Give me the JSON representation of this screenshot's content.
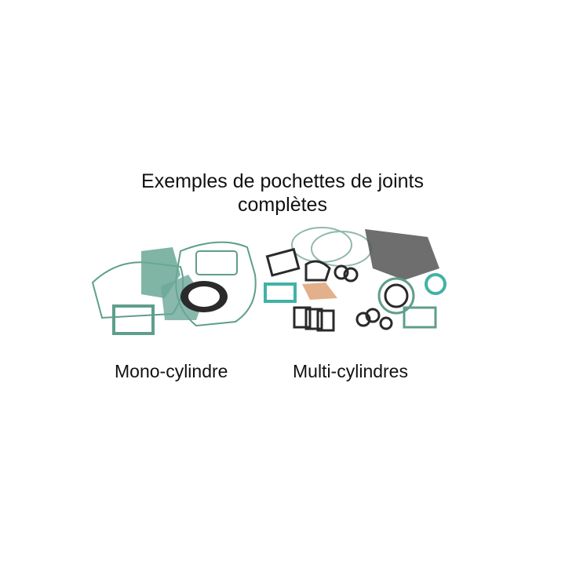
{
  "title": {
    "line1": "Exemples de pochettes de joints",
    "line2": "complètes"
  },
  "labels": {
    "mono": "Mono-cylindre",
    "multi": "Multi-cylindres"
  },
  "colors": {
    "gasket_green": "#5f9e8c",
    "gasket_teal": "#3fb3a6",
    "gasket_black": "#2a2a2a",
    "gasket_copper": "#e3b08c"
  }
}
